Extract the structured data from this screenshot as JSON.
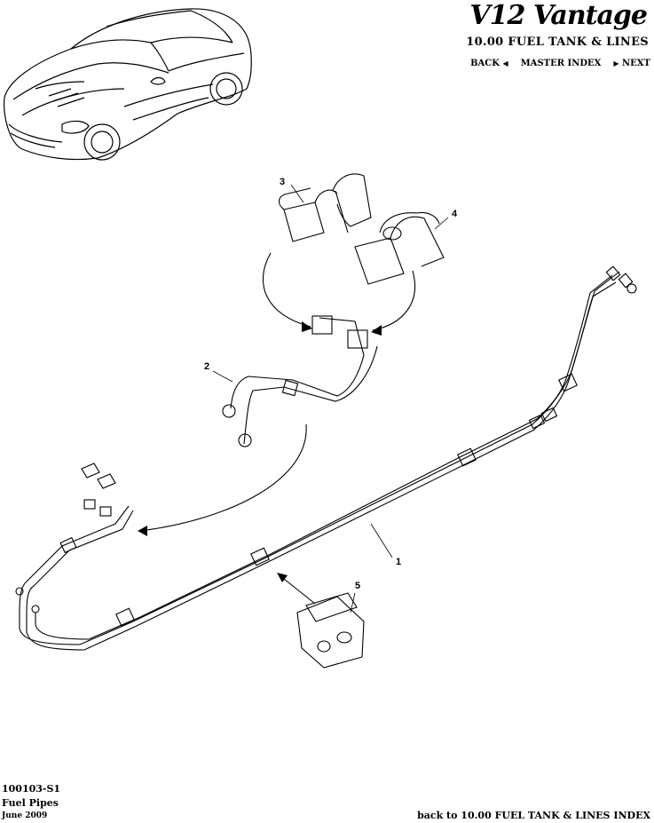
{
  "header": {
    "brand": "V12 Vantage",
    "section_title": "10.00 FUEL TANK & LINES",
    "nav": {
      "back": "BACK",
      "master_index": "MASTER INDEX",
      "next": "NEXT"
    }
  },
  "diagram": {
    "callouts": [
      "1",
      "2",
      "3",
      "4",
      "5"
    ]
  },
  "footer": {
    "part_id": "100103-S1",
    "part_name": "Fuel Pipes",
    "date": "June 2009",
    "back_link": "back to 10.00 FUEL TANK & LINES INDEX"
  }
}
